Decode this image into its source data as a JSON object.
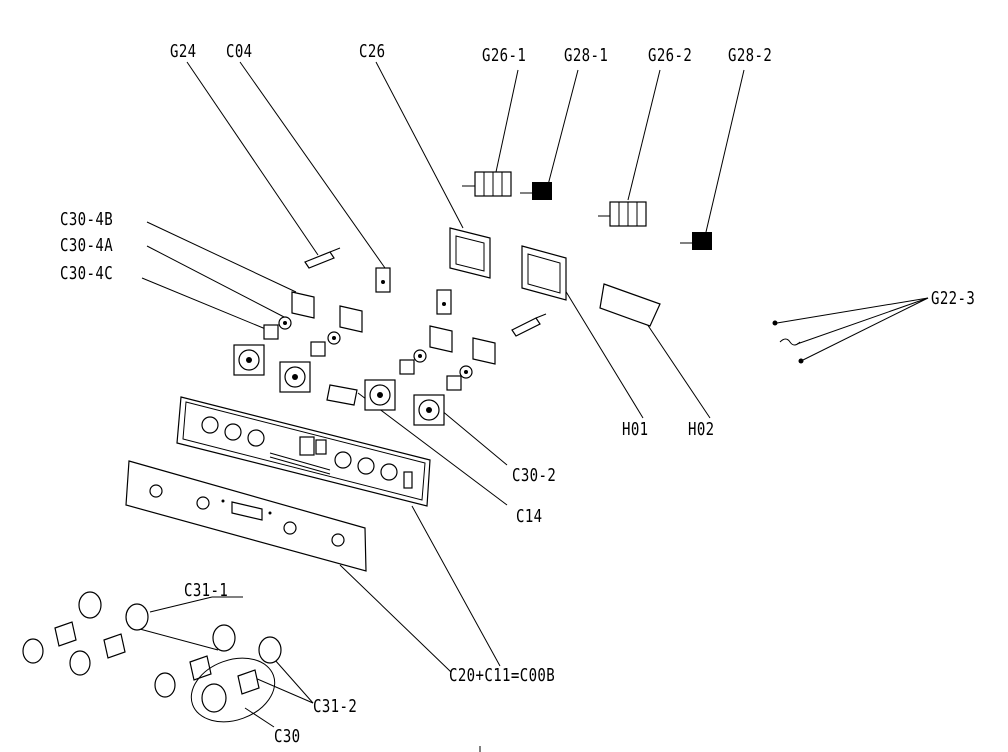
{
  "labels": {
    "g24": "G24",
    "c04": "C04",
    "c26": "C26",
    "g26_1": "G26-1",
    "g28_1": "G28-1",
    "g26_2": "G26-2",
    "g28_2": "G28-2",
    "c30_4b": "C30-4B",
    "c30_4a": "C30-4A",
    "c30_4c": "C30-4C",
    "g22_3": "G22-3",
    "h01": "H01",
    "h02": "H02",
    "c30_2": "C30-2",
    "c14": "C14",
    "c31_1": "C31-1",
    "c20_c11": "C20+C11=C00B",
    "c31_2": "C31-2",
    "c30": "C30"
  }
}
